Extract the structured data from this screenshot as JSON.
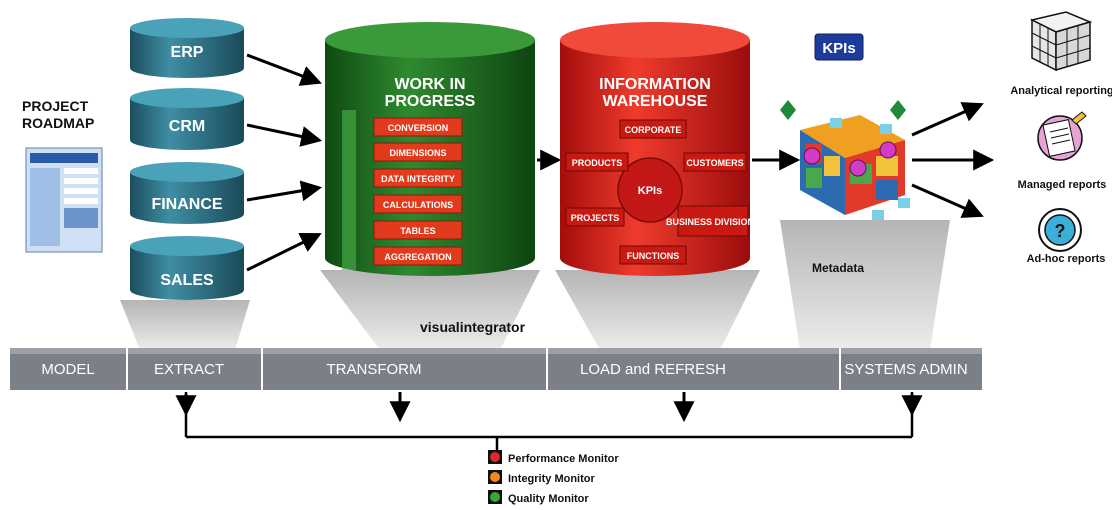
{
  "project_roadmap": {
    "line1": "PROJECT",
    "line2": "ROADMAP"
  },
  "sources": [
    "ERP",
    "CRM",
    "FINANCE",
    "SALES"
  ],
  "wip": {
    "title1": "WORK IN",
    "title2": "PROGRESS",
    "items": [
      "CONVERSION",
      "DIMENSIONS",
      "DATA INTEGRITY",
      "CALCULATIONS",
      "TABLES",
      "AGGREGATION"
    ]
  },
  "iw": {
    "title1": "INFORMATION",
    "title2": "WAREHOUSE",
    "items": [
      "CORPORATE",
      "PRODUCTS",
      "CUSTOMERS",
      "PROJECTS",
      "BUSINESS DIVISIONS",
      "FUNCTIONS"
    ],
    "center": "KPIs"
  },
  "kpi_badge": "KPIs",
  "metadata_label": "Metadata",
  "outputs": [
    "Analytical reporting",
    "Managed reports",
    "Ad-hoc reports"
  ],
  "integrator_label": "visualintegrator",
  "phases": [
    "MODEL",
    "EXTRACT",
    "TRANSFORM",
    "LOAD and REFRESH",
    "SYSTEMS ADMIN"
  ],
  "legend": [
    {
      "label": "Performance Monitor",
      "color": "#e0282a"
    },
    {
      "label": "Integrity Monitor",
      "color": "#f08a1c"
    },
    {
      "label": "Quality Monitor",
      "color": "#3aa63a"
    }
  ],
  "colors": {
    "source_db": "#2a6a7e",
    "wip_db": "#1f6b1f",
    "iw_db": "#d42020",
    "phase_bar": "#7b7f86",
    "kpi_badge": "#1d3b9a"
  }
}
